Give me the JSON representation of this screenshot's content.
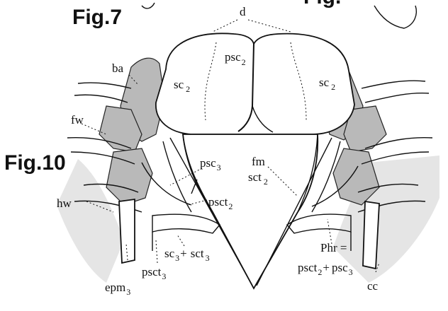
{
  "figure_labels": {
    "fig7": "Fig.7",
    "fig10": "Fig.10",
    "fig_partial": "Fig."
  },
  "labels": {
    "d": "d",
    "ba": "ba",
    "fw": "fw",
    "hw": "hw",
    "sc2_left": {
      "base": "sc",
      "sub": "2"
    },
    "sc2_right": {
      "base": "sc",
      "sub": "2"
    },
    "psc2": {
      "base": "psc",
      "sub": "2"
    },
    "fm": "fm",
    "sct2": {
      "base": "sct",
      "sub": "2"
    },
    "psc3": {
      "base": "psc",
      "sub": "3"
    },
    "psct2": {
      "base": "psct",
      "sub": "2"
    },
    "sc3_sct3": {
      "a": "sc",
      "a_sub": "3",
      "plus": "+",
      "b": "sct",
      "b_sub": "3"
    },
    "psct3": {
      "base": "psct",
      "sub": "3"
    },
    "epm3": {
      "base": "epm",
      "sub": "3"
    },
    "phr_line1": "Phr =",
    "phr_line2": {
      "a": "psct",
      "a_sub": "2",
      "plus": "+",
      "b": "psc",
      "b_sub": "3"
    },
    "cc": "cc"
  }
}
